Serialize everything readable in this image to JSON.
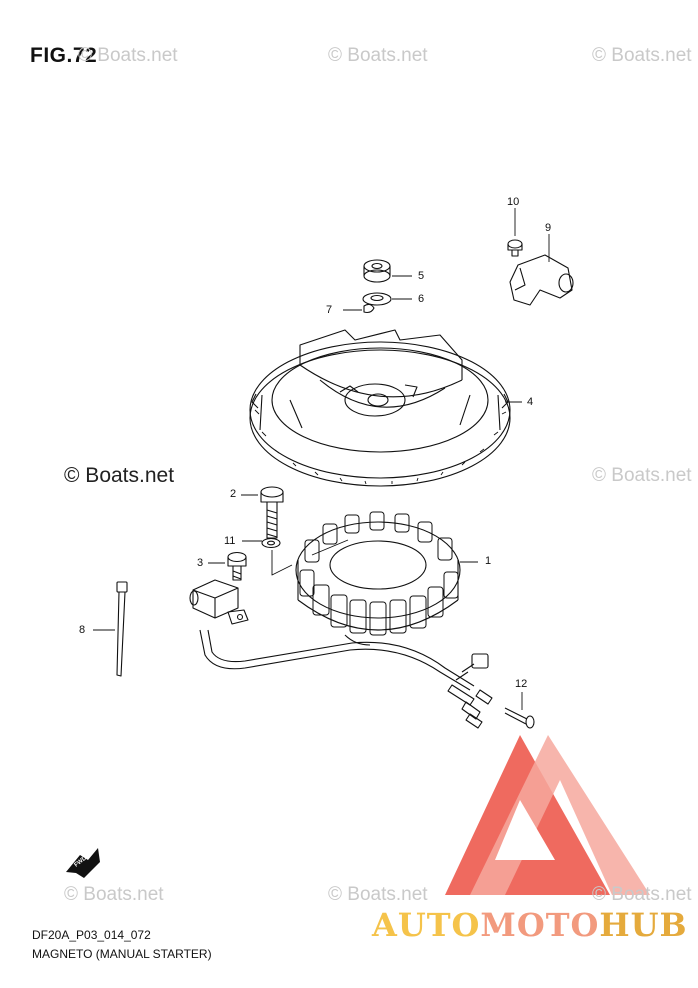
{
  "figure": {
    "title": "FIG.72"
  },
  "watermarks": {
    "text": "© Boats.net",
    "dark_text": "© Boats.net"
  },
  "callouts": [
    "1",
    "2",
    "3",
    "4",
    "5",
    "6",
    "7",
    "8",
    "9",
    "10",
    "11",
    "12"
  ],
  "parts": [
    {
      "ref": "1",
      "name": "stator"
    },
    {
      "ref": "2",
      "name": "bolt"
    },
    {
      "ref": "3",
      "name": "bolt"
    },
    {
      "ref": "4",
      "name": "flywheel"
    },
    {
      "ref": "5",
      "name": "nut"
    },
    {
      "ref": "6",
      "name": "washer"
    },
    {
      "ref": "7",
      "name": "key"
    },
    {
      "ref": "8",
      "name": "cable-tie"
    },
    {
      "ref": "9",
      "name": "sensor"
    },
    {
      "ref": "10",
      "name": "bolt"
    },
    {
      "ref": "11",
      "name": "washer"
    },
    {
      "ref": "12",
      "name": "screw"
    }
  ],
  "direction_badge": "FWD",
  "footer": {
    "code": "DF20A_P03_014_072",
    "caption": "MAGNETO (MANUAL STARTER)"
  },
  "brand": {
    "part1": "AUTO",
    "part2": "MOTO",
    "part3": "HUB"
  },
  "colors": {
    "logo_red": "#ef6a5f",
    "logo_pink": "#f6a89e",
    "logo_yellow": "#f5c34a"
  }
}
